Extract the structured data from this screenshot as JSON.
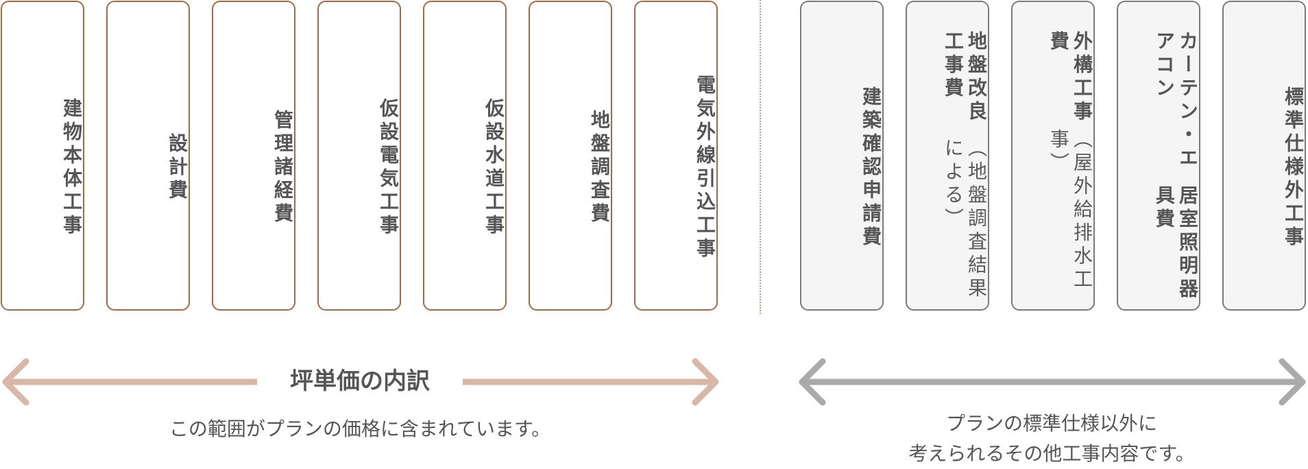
{
  "included_items": [
    {
      "label": "建物本体工事"
    },
    {
      "label": "設計費"
    },
    {
      "label": "管理諸経費"
    },
    {
      "label": "仮設電気工事"
    },
    {
      "label": "仮設水道工事"
    },
    {
      "label": "地盤調査費"
    },
    {
      "label": "電気外線引込工事"
    }
  ],
  "excluded_items": [
    {
      "label": "建築確認申請費",
      "note": ""
    },
    {
      "label": "地盤改良工事費",
      "note": "（地盤調査結果による）"
    },
    {
      "label": "外構工事費",
      "note": "（屋外給排水工事）"
    },
    {
      "label": "カーテン・エアコン",
      "note": "",
      "label2": "居室照明器具費"
    },
    {
      "label": "標準仕様外工事",
      "note": ""
    }
  ],
  "included_range": {
    "title": "坪単価の内訳",
    "caption": "この範囲がプランの価格に含まれています。"
  },
  "excluded_range": {
    "caption_line1": "プランの標準仕様以外に",
    "caption_line2": "考えられるその他工事内容です。"
  },
  "colors": {
    "included_border": "#a9673f",
    "excluded_border": "#7a7a7a",
    "included_arrow": "#d7b8a6",
    "excluded_arrow": "#aaaaaa",
    "text": "#555555"
  }
}
